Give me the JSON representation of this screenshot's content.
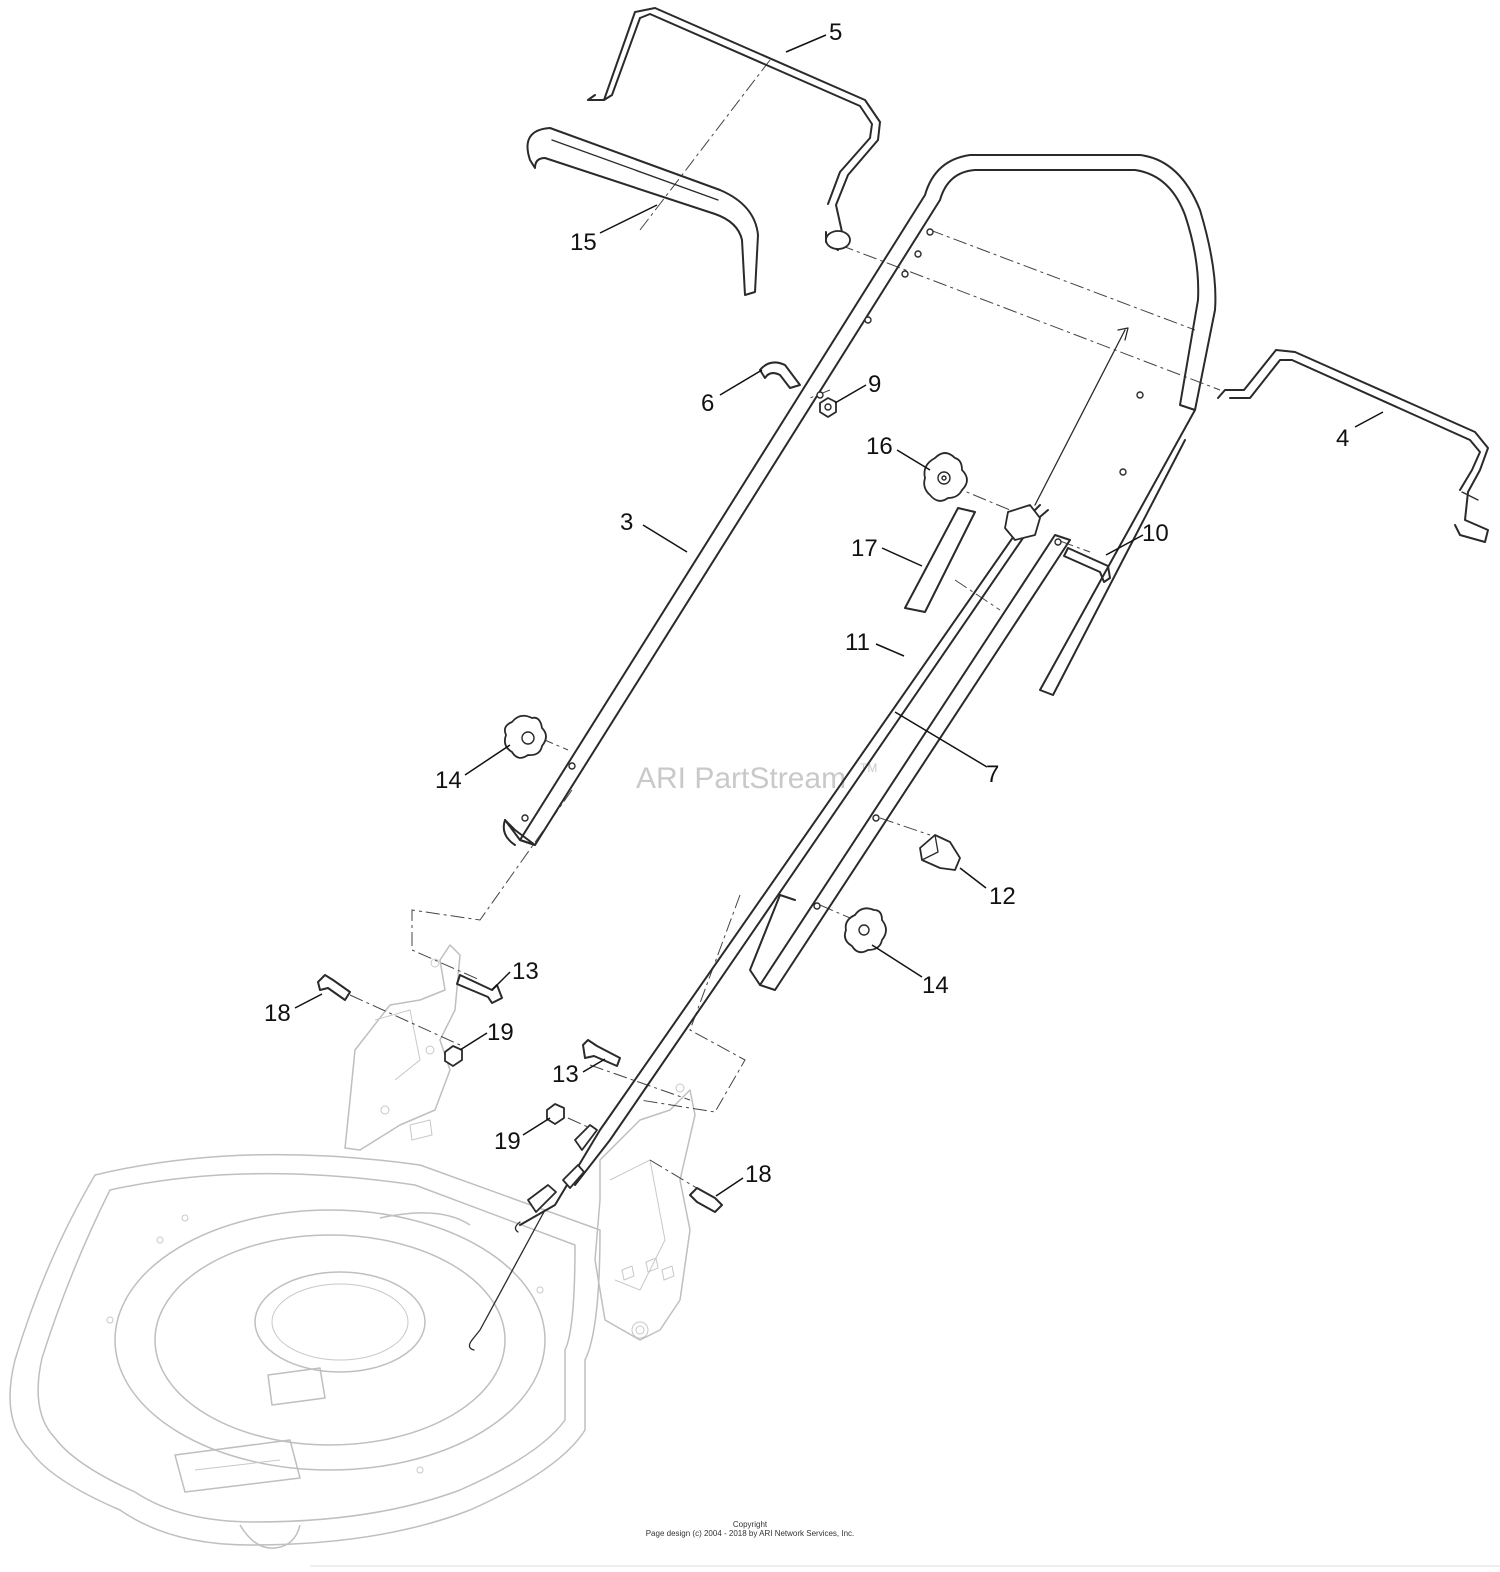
{
  "callouts": [
    "5",
    "15",
    "6",
    "9",
    "4",
    "16",
    "3",
    "10",
    "17",
    "11",
    "7",
    "14",
    "12",
    "14",
    "13",
    "18",
    "19",
    "13",
    "19",
    "18"
  ],
  "watermark": {
    "text": "ARI PartStream",
    "tm": "TM"
  },
  "footer": {
    "line1": "Copyright",
    "line2": "Page design (c) 2004 - 2018 by ARI Network Services, Inc."
  }
}
